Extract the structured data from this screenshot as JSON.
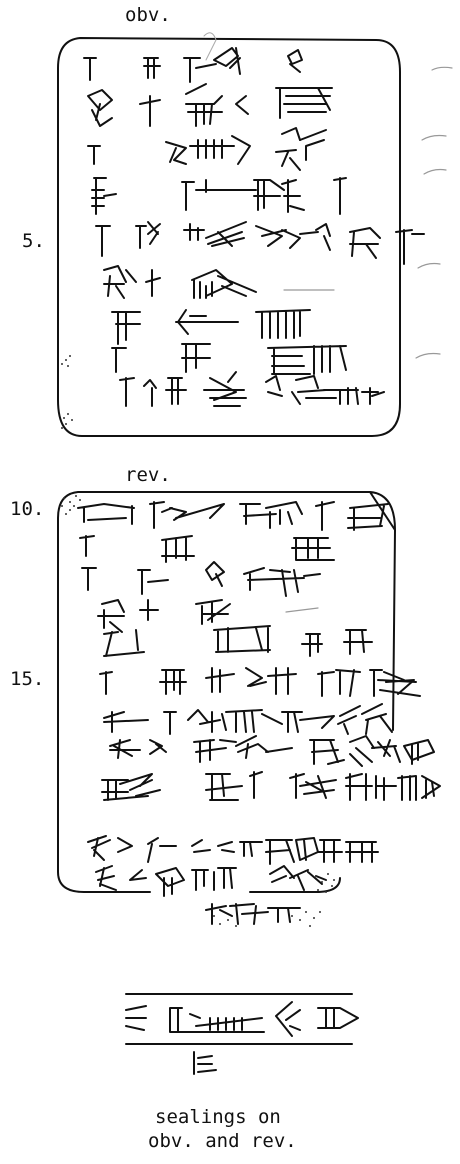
{
  "labels": {
    "obverse": "obv.",
    "reverse": "rev.",
    "caption": [
      "sealings on",
      "obv. and rev."
    ]
  },
  "line_numbers": {
    "obverse": [
      "5."
    ],
    "reverse": [
      "10.",
      "15."
    ]
  },
  "colors": {
    "ink": "#111111",
    "paper": "#ffffff",
    "faint_marks": "#9a9a9a"
  }
}
